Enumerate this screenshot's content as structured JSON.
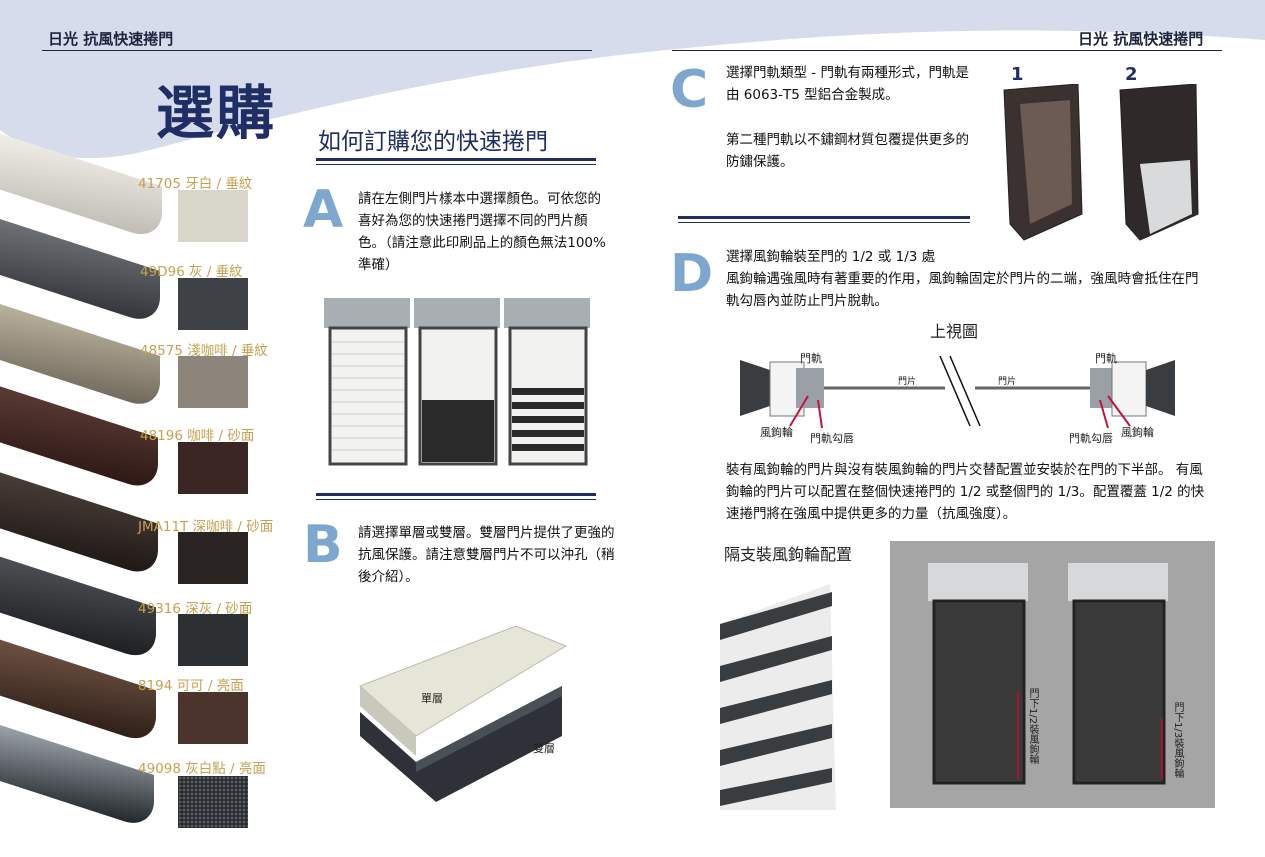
{
  "header": {
    "left_brand": "日光 抗風快速捲門",
    "right_brand": "日光 抗風快速捲門"
  },
  "page_title": "選購",
  "section_title": "如何訂購您的快速捲門",
  "colors": {
    "navy": "#1f2f66",
    "letter_blue": "#7ea7cf",
    "label_gold": "#c8a050",
    "wave_blue": "#d7dcec"
  },
  "swatches": [
    {
      "label": "41705 牙白 / 垂紋",
      "color": "#d8d5cb"
    },
    {
      "label": "49D96 灰 / 垂紋",
      "color": "#3e4247"
    },
    {
      "label": "48575 淺咖啡 / 垂紋",
      "color": "#8d847c"
    },
    {
      "label": "48196 咖啡 / 砂面",
      "color": "#3a2622"
    },
    {
      "label": "JMA11T 深咖啡 / 砂面",
      "color": "#2a2522"
    },
    {
      "label": "49316 深灰 / 砂面",
      "color": "#2d3033"
    },
    {
      "label": "8194 可可 / 亮面",
      "color": "#4a342b"
    },
    {
      "label": "49098 灰白點 / 亮面",
      "color": "#22262a"
    }
  ],
  "steps": {
    "a": {
      "letter": "A",
      "text": "請在左側門片樣本中選擇顏色。可依您的喜好為您的快速捲門選擇不同的門片顏色。（請注意此印刷品上的顏色無法100%準確）"
    },
    "b": {
      "letter": "B",
      "text": "請選擇單層或雙層。雙層門片提供了更強的抗風保護。請注意雙層門片不可以沖孔（稍後介紹）。",
      "single_label": "單層",
      "double_label": "雙層"
    },
    "c": {
      "letter": "C",
      "text1": "選擇門軌類型 - 門軌有兩種形式，門軌是由 6063-T5 型鋁合金製成。",
      "text2": "第二種門軌以不鏽鋼材質包覆提供更多的防鏽保護。",
      "num1": "1",
      "num2": "2"
    },
    "d": {
      "letter": "D",
      "heading": "選擇風鉤輪裝至門的 1/2 或 1/3 處",
      "text": "風鉤輪遇強風時有著重要的作用，風鉤輪固定於門片的二端，強風時會抵住在門軌勾唇內並防止門片脫軌。"
    }
  },
  "top_view": {
    "title": "上視圖",
    "labels": {
      "rail_left": "門軌",
      "rail_right": "門軌",
      "slat_left": "門片",
      "slat_right": "門片",
      "hook_left": "風鉤輪",
      "lip_left": "門軌勾唇",
      "lip_right": "門軌勾唇",
      "hook_right": "風鉤輪"
    }
  },
  "config_paragraph": "裝有風鉤輪的門片與沒有裝風鉤輪的門片交替配置並安裝於在門的下半部。 有風鉤輪的門片可以配置在整個快速捲門的 1/2 或整個門的 1/3。配置覆蓋 1/2 的快速捲門將在強風中提供更多的力量（抗風強度）。",
  "alt_config": {
    "title": "隔支裝風鉤輪配置",
    "door_half_label": "門下1/2裝風鉤輪",
    "door_third_label": "門下1/3裝風鉤輪"
  }
}
